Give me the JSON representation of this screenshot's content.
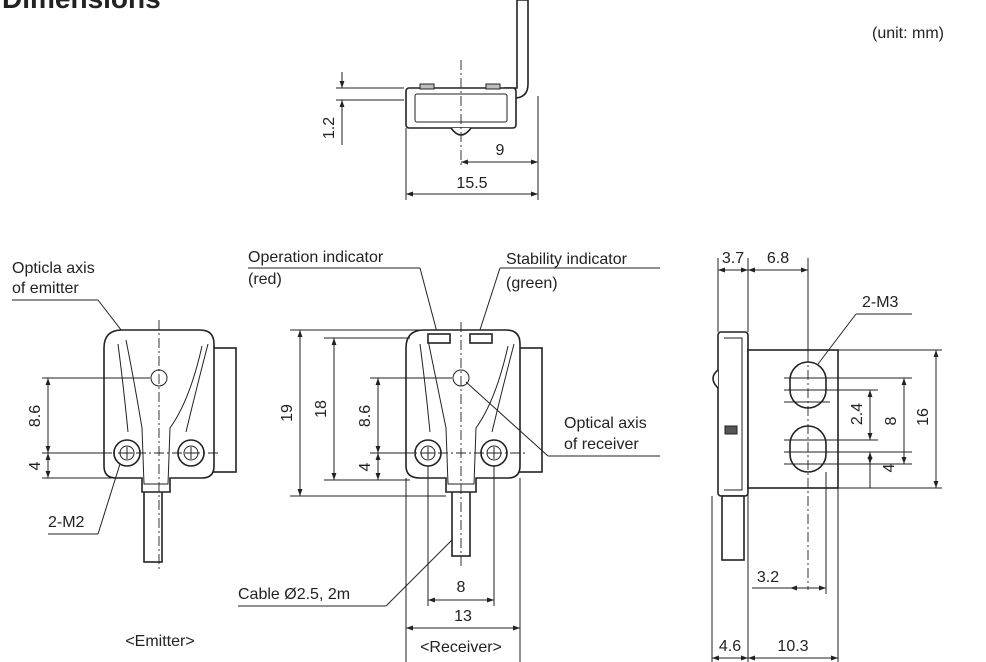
{
  "header": {
    "title": "Dimensions",
    "unit_note": "(unit: mm)"
  },
  "top_view": {
    "dim_thickness": "1.2",
    "dim_axis_offset": "9",
    "dim_width": "15.5"
  },
  "emitter": {
    "axis_label_line1": "Opticla axis",
    "axis_label_line2": "of emitter",
    "dim_axis_height": "8.6",
    "dim_screw_height": "4",
    "screw_label": "2-M2",
    "caption": "<Emitter>"
  },
  "receiver": {
    "operation_indicator_line1": "Operation indicator",
    "operation_indicator_line2": "(red)",
    "stability_indicator_line1": "Stability indicator",
    "stability_indicator_line2": "(green)",
    "axis_label_line1": "Optical axis",
    "axis_label_line2": "of receiver",
    "dim_total_height": "19",
    "dim_body_height": "18",
    "dim_axis_height": "8.6",
    "dim_screw_height": "4",
    "dim_screw_pitch": "8",
    "dim_body_width": "13",
    "cable_label": "Cable Ø2.5, 2m",
    "caption": "<Receiver>"
  },
  "side_view": {
    "dim_flange": "3.7",
    "dim_slot_offset": "6.8",
    "slot_label": "2-M3",
    "dim_slot_pitch": "2.4",
    "dim_slot_length": "8",
    "dim_slot_bottom": "4",
    "dim_height": "16",
    "dim_slot_width": "3.2",
    "dim_depth": "4.6",
    "dim_length": "10.3"
  }
}
